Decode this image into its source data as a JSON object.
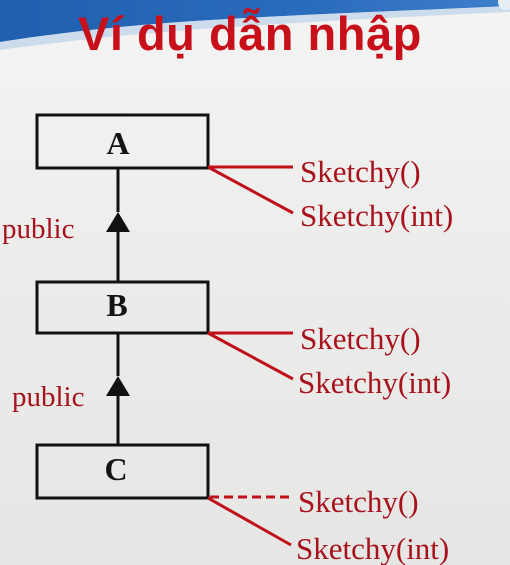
{
  "slide": {
    "title": "Ví dụ dẫn nhập"
  },
  "colors": {
    "title": "#c8101a",
    "label": "#a8121c",
    "header_band": "#1f5fae",
    "line": "#111111"
  },
  "diagram": {
    "classes": [
      {
        "id": "A",
        "name": "A",
        "methods": [
          "Sketchy()",
          "Sketchy(int)"
        ],
        "first_link_style": "solid"
      },
      {
        "id": "B",
        "name": "B",
        "methods": [
          "Sketchy()",
          "Sketchy(int)"
        ],
        "first_link_style": "solid"
      },
      {
        "id": "C",
        "name": "C",
        "methods": [
          "Sketchy()",
          "Sketchy(int)"
        ],
        "first_link_style": "dashed"
      }
    ],
    "inheritance": [
      {
        "from": "B",
        "to": "A",
        "label": "public"
      },
      {
        "from": "C",
        "to": "B",
        "label": "public"
      }
    ]
  }
}
